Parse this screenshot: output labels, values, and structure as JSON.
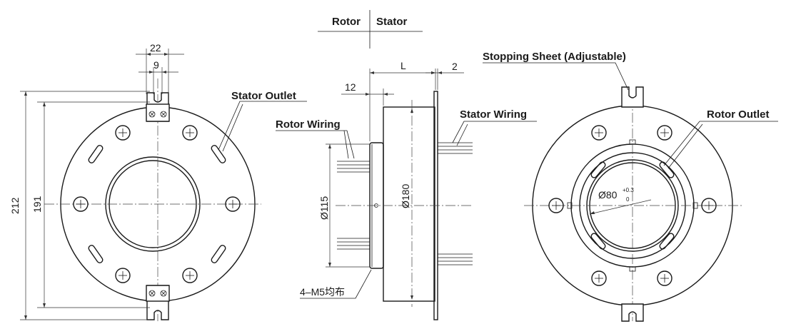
{
  "legend": {
    "rotor": "Rotor",
    "stator": "Stator"
  },
  "labels": {
    "stator_outlet": "Stator Outlet",
    "rotor_wiring": "Rotor Wiring",
    "stator_wiring": "Stator Wiring",
    "stopping_sheet": "Stopping Sheet (Adjustable)",
    "rotor_outlet": "Rotor Outlet",
    "mount_holes": "4–M5均布"
  },
  "dimensions": {
    "d22": "22",
    "d9": "9",
    "d212": "212",
    "d191": "191",
    "d12": "12",
    "dL": "L",
    "d2": "2",
    "d115": "Ø115",
    "d180": "Ø180",
    "d80": "Ø80",
    "tol_plus": "+0.3",
    "tol_zero": "0"
  }
}
